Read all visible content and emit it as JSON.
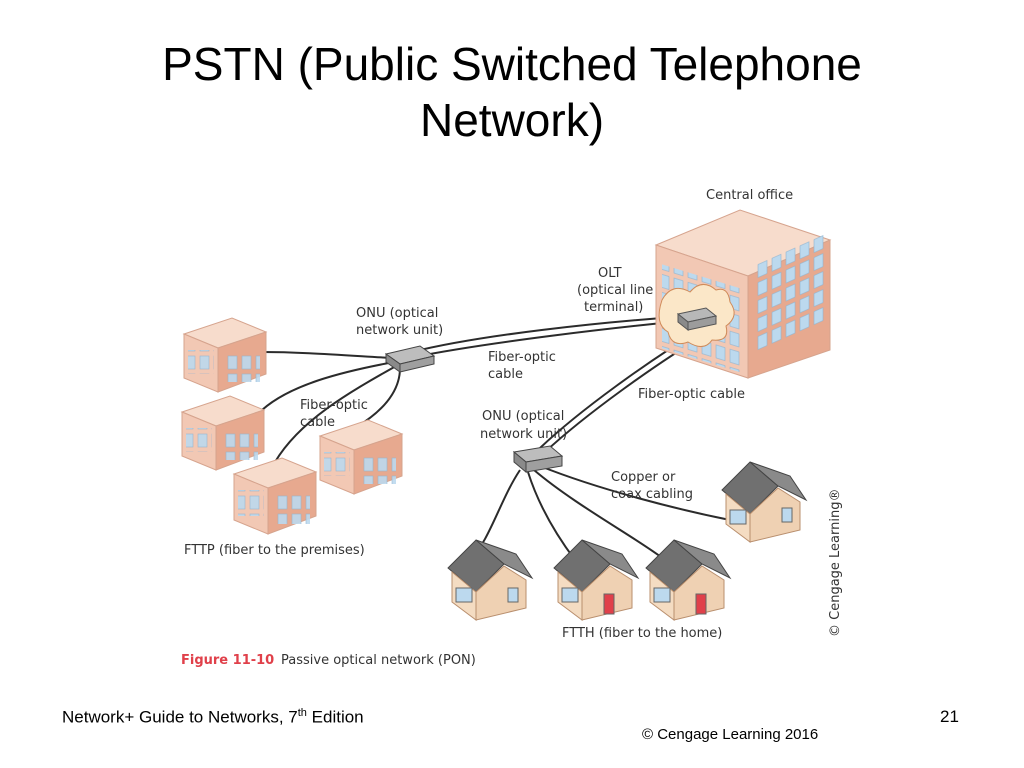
{
  "slide": {
    "title_line1": "PSTN (Public Switched Telephone",
    "title_line2": "Network)",
    "footer_book_prefix": "Network+ Guide to Networks, 7",
    "footer_book_sup": "th",
    "footer_book_suffix": " Edition",
    "page_number": "21",
    "copyright": "© Cengage Learning  2016"
  },
  "diagram": {
    "central_office": "Central office",
    "olt_line1": "OLT",
    "olt_line2": "(optical line",
    "olt_line3": "terminal)",
    "onu_top_line1": "ONU (optical",
    "onu_top_line2": "network unit)",
    "fiber_optic_cable_1_line1": "Fiber-optic",
    "fiber_optic_cable_1_line2": "cable",
    "fiber_optic_cable_2_line1": "Fiber-optic",
    "fiber_optic_cable_2_line2": "cable",
    "fiber_optic_cable_3": "Fiber-optic cable",
    "onu_bottom_line1": "ONU (optical",
    "onu_bottom_line2": "network unit)",
    "copper_line1": "Copper or",
    "copper_line2": "coax cabling",
    "fttp": "FTTP (fiber to the premises)",
    "ftth": "FTTH (fiber to the home)",
    "figure_number": "Figure 11-10",
    "figure_caption": "Passive optical network (PON)",
    "cengage_vertical": "© Cengage Learning®"
  },
  "colors": {
    "building_wall": "#f2c8b4",
    "building_roof": "#f7dccc",
    "building_side": "#e7a98f",
    "window": "#bcd9ee",
    "house_wall": "#f4dcc2",
    "house_roof": "#707070",
    "accent_red": "#e0404a"
  }
}
